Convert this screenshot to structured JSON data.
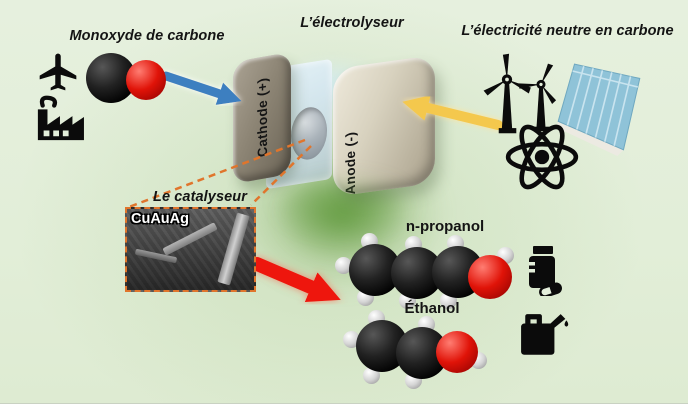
{
  "figure": {
    "electrolyzer_title": "L’électrolyseur",
    "co_source": {
      "label": "Monoxyde de carbone",
      "icons": [
        "airplane-icon",
        "factory-icon"
      ],
      "molecule": "carbon-monoxide"
    },
    "electricity_source": {
      "label": "L’électricité neutre en carbone",
      "icons": [
        "wind-turbine-icon",
        "wind-turbine-icon",
        "solar-panel-icon",
        "atom-icon"
      ]
    },
    "electrodes": {
      "cathode": "Cathode (+)",
      "anode": "Anode (-)"
    },
    "catalyst": {
      "label": "Le catalyseur",
      "material": "CuAuAg"
    },
    "products": {
      "propanol": {
        "name": "n-propanol",
        "icon": "pill-bottle-icon"
      },
      "ethanol": {
        "name": "Éthanol",
        "icon": "fuel-can-icon"
      }
    },
    "arrows": {
      "co_to_cathode": "blue",
      "electricity_to_anode": "yellow",
      "catalyst_to_products": "red",
      "catalyst_callout": "orange-dashed"
    },
    "colors": {
      "background": "#e4efdb",
      "center_glow": "#609c42",
      "arrow_blue": "#3c7fc0",
      "arrow_yellow": "#f4c84e",
      "arrow_red": "#ee1408",
      "dashed_orange": "#e0752c",
      "carbon_atom": "#141414",
      "oxygen_atom": "#d01208",
      "hydrogen_atom": "#d6d6d6",
      "solar_panel": "#8fc3d8"
    }
  }
}
